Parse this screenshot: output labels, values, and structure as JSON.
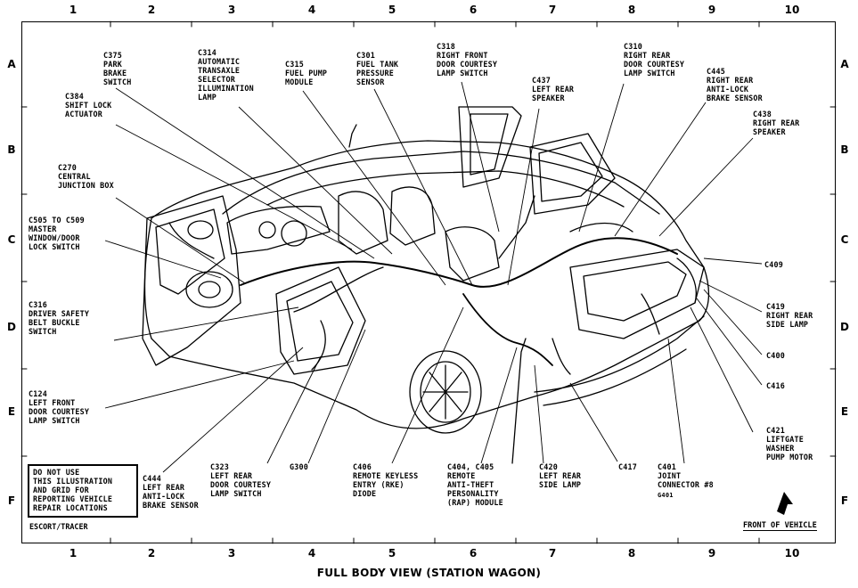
{
  "grid": {
    "columns": [
      "1",
      "2",
      "3",
      "4",
      "5",
      "6",
      "7",
      "8",
      "9",
      "10"
    ],
    "rows": [
      "A",
      "B",
      "C",
      "D",
      "E",
      "F"
    ]
  },
  "labels": {
    "c375": "C375\nPARK\nBRAKE\nSWITCH",
    "c314": "C314\nAUTOMATIC\nTRANSAXLE\nSELECTOR\nILLUMINATION\nLAMP",
    "c315": "C315\nFUEL PUMP\nMODULE",
    "c301": "C301\nFUEL TANK\nPRESSURE\nSENSOR",
    "c318": "C318\nRIGHT FRONT\nDOOR COURTESY\nLAMP SWITCH",
    "c310": "C310\nRIGHT REAR\nDOOR COURTESY\nLAMP SWITCH",
    "c445": "C445\nRIGHT REAR\nANTI-LOCK\nBRAKE SENSOR",
    "c384": "C384\nSHIFT LOCK\nACTUATOR",
    "c437": "C437\nLEFT REAR\nSPEAKER",
    "c438": "C438\nRIGHT REAR\nSPEAKER",
    "c270": "C270\nCENTRAL\nJUNCTION BOX",
    "c505": "C505 TO C509\nMASTER\nWINDOW/DOOR\nLOCK SWITCH",
    "c409": "C409",
    "c316": "C316\nDRIVER SAFETY\nBELT BUCKLE\nSWITCH",
    "c419": "C419\nRIGHT REAR\nSIDE LAMP",
    "c400": "C400",
    "c416": "C416",
    "c124": "C124\nLEFT FRONT\nDOOR COURTESY\nLAMP SWITCH",
    "c421": "C421\nLIFTGATE\nWASHER\nPUMP MOTOR",
    "c444": "C444\nLEFT REAR\nANTI-LOCK\nBRAKE SENSOR",
    "c323": "C323\nLEFT REAR\nDOOR COURTESY\nLAMP SWITCH",
    "g300": "G300",
    "c406": "C406\nREMOTE KEYLESS\nENTRY (RKE)\nDIODE",
    "c404": "C404, C405\nREMOTE\nANTI-THEFT\nPERSONALITY\n(RAP) MODULE",
    "c420": "C420\nLEFT REAR\nSIDE LAMP",
    "c417": "C417",
    "c401": "C401\nJOINT\nCONNECTOR #8",
    "g401": "G401"
  },
  "note": "DO NOT USE\nTHIS ILLUSTRATION\nAND GRID FOR\nREPORTING VEHICLE\nREPAIR LOCATIONS",
  "model": "ESCORT/TRACER",
  "front_of_vehicle": "FRONT OF VEHICLE",
  "title": "FULL BODY VIEW (STATION WAGON)"
}
